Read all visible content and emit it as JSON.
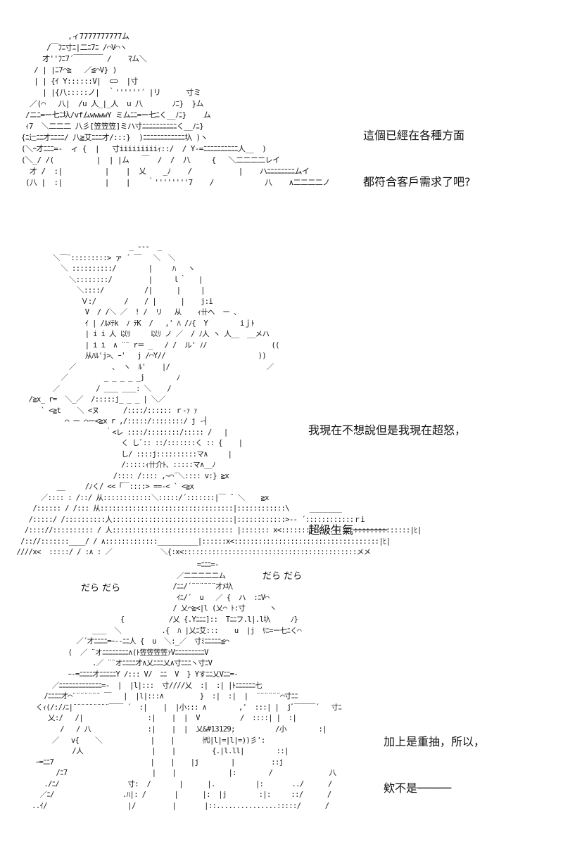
{
  "panels": [
    {
      "dialogue": [
        "這個已經在各種方面",
        "都符合客戶需求了吧?"
      ],
      "art": [
        "           ,ィ7777777777ム",
        "      /￣ﾌﾆ寸ﾆ|二ﾆ7ﾆ /⌒V⌒ヽ",
        "     才''ﾌﾆ7´￣￣￣￣ /    ﾏム＼",
        "   / | |ﾆ7⌒≧   ／≦⌒V} )",
        "   | | {ｲ Y::::::V|  ⊂⊃  |寸",
        "     | |{八:::::ノ|  ｀''''''´ |リ      寸ミ",
        "  ／(⌒   八|  /u 人_|_人  u 八       ﾉﾆ}  }ム",
        " /ニﾆ=ー七ﾆ圦/vfムwwwwY ミムﾆﾆ=ー七ﾆく__ﾉﾆ}    ム",
        " ｨ7  ＼二二二 八彡[笠笠笠]ミハ寸ﾆﾆﾆﾆﾆﾆﾆﾆﾆﾆく__ﾉﾆ}",
        "{ﾆ辷ﾆﾆ才ﾆﾆﾆﾆ/ 八≧艾ﾆﾆﾆ才/:::}  )ﾆﾆﾆﾆﾆﾆﾆﾆﾆﾆﾆﾆ圦 )ヽ",
        "(＼ｰ才ﾆﾆﾆ=-  ィ {  |   寸iiiiiiiiiｨ::/  / Y-=ﾆﾆﾆﾆﾆﾆﾆﾆﾆﾆ人__  )",
        "(＼_/ /(          |  | |ム   ￣  /  /  八     {   ＼二二二二レイ",
        "  才 /  :|          |    |  乂    _ﾉ    /           |    ハﾆﾆﾆﾆﾆﾆﾆﾆムイ",
        " (八 |  :|          |    |    ｀''''''''7    /            八    ∧二二二二ノ"
      ]
    },
    {
      "dialogue": [
        "我現在不想說但是我現在超怒，",
        "超級生氣─────"
      ],
      "art": [
        "                              _ -‐-  _",
        "           ＼￣¨:::::::::> ァ ´ ￣   ＼  ＼",
        "             ＼ ::::::::::/        |     ﾊ   ヽ",
        "               ＼::::::::/         |     ｌ｀   |",
        "                 ＼::::/          /|      |     |",
        "                  Ｖ:/       /    / |      |    j:i",
        "                   V  / /＼ ／  ! /  リ   从    ｨ卄へ  ー 、",
        "                   ｲ | /ﾙﾒﾃk  ﾉ ﾃK  /   ,' ﾊ /ﾉ{  Y        iｊﾄ",
        "                   | i i 人 以ﾘ     以ﾘ ノ ／  / ﾉ人 ヽ 人__  __メハ",
        "                   | i i  ∧ ¨¨ r＝ _   / /  ル' ﾉ/                ((",
        "                   从ﾊﾙ'j>､ ｰ'   j /⌒Y//                       ))",
        "               ／         ､  ヽ  ﾙ'    |/                        ／",
        "             ／         _ _ _ _ _j        ﾉ",
        "           ／         / ＿＿ ＿＿: ＼    /",
        "     /≧x_ r=  ＼_／  /:::::j_ _ _ | ＼／",
        "        ` <≧t    ＼ <ヌ      /::::/:::::: ｒ-ｧ ｧ",
        "              ⌒ ー ⌒ー<≧x r ,/:::::/::::::::/ j -┤",
        "                        ｀<レ ::::/::::::::/::::: /   |",
        "                            く しﾞ:: ::/:::::::く :: {    |",
        "                            し/ ::::j::::::::::マ∧     |",
        "                            /:::::ｨ卄介ﾄ、:::::マ∧__ﾉ",
        "                          /:::: /:::: ,~⌒¨＼:::: v:} ≧x",
        "            __     /ﾉく/ <<「￣::::> ==-< ` <≧x",
        "        ／:::: : /::/ 从::::::::::::＼:::::/´:::::::|￣ ¨ ＼    ≧x",
        "      /:::::: / /::: 从:::::::::::::::::::::::::::::::::|::::::::::::\\     ________",
        "     /:::::/ /::::::::::人::::::::::::::::::::::::::::::|::::::::::::>-‐ ´::::::::::::ｒi",
        "    /:::://:::::::::: / 人:::::::::::::::::::::::::::::: |::::::: x<::::::::::::::::::::::::::::::::|ﾋ|",
        "   /:://:::::::____/ / ∧:::::::::::::__________|::::::x<::::::::::::::::::::::::::::::::::::|ﾋ|",
        "  ////x<  :::::/ / :∧ : ／            ＼{:x<:::::::::::::::::::::::::::::::::::::::::::メメ"
      ]
    },
    {
      "dialogue": [
        "加上是重抽，所以，",
        "欸不是─────"
      ],
      "sfx": [
        "だら だら",
        "だら だら"
      ],
      "art": [
        "                                            =ﾆﾆﾆ=-",
        "                                       ／二二二二二ム",
        "                                      /ﾆﾆ/´¨¨¨¨¨¨才ﾒ圦",
        "                                       ｲﾆ/´  u   ／ {  ハ  :ﾆV⌒",
        "                                      / 乂⌒≧<|l (乂⌒ ﾄ:寸      ヽ",
        "                         {           /乂 {.Yﾆﾆﾆ]::  Tﾆﾆフ.l|.l圦     ﾉ}",
        "                  ＿＿  ＼          .{  ﾊ |乂ﾆ艾:::    u  |j  ﾘﾆ=ー七ﾆく⌒",
        "              ／´才ﾆﾆﾆﾆ=ｰ--ﾆﾆ人 {  u  ＼:_／  寸ﾐﾆﾆﾆﾆﾆ≦⌒",
        "            (  ／ ¨オﾆﾆﾆﾆﾆﾆﾆﾆ∧(ﾄ笠笠笠笠ｧVﾆﾆﾆﾆﾆﾆﾆﾆﾆV",
        "                  .／ ¨¨オﾆﾆﾆﾆ才∧乂ﾆﾆﾆ乂∧寸ﾆﾆﾆヽ寸ﾆV",
        "            ｰ-=ﾆﾆﾆﾆ才ﾆﾆﾆﾆﾆY /::: V/  ﾆﾆ  V  } Yすﾆﾆ乂Vﾆﾆ=-",
        "        ／ﾆﾆﾆﾆﾆﾆﾆﾆﾆﾆﾆﾆﾆ=‐  |  |l|:::  寸////乂  :|  :| |ﾄﾆﾆﾆﾆﾆﾆ七",
        "      /ﾆﾆﾆﾆ才⌒¨¨¨¨¨¨¨ ￣   |  |l|:::∧         }  :|  :|  |  ¨¨¨¨¨¨⌒寸ﾆﾆ",
        "    くｨ(/:/ﾉﾆ|¨¨¨¨¨¨¨¨¨￣￣ ´  :|    |  |小::: ∧        ,'  :::| |  jﾞ￣￣￣´   寸ﾆ",
        "       乂:/   /|                :|    |  |  V          /  ::::| |  :|",
        "          /   / 八              :|    |  |  乂&#13129;          /小        :|",
        "        ／   v{    ＼            |    |       ㈹|l|=|l|=))彡':",
        "             /人                 |    |         {.|l.ll|        ::|",
        "    ｰ=ﾆﾆ7                        |    |    |j        |         ::j",
        "         /ﾆ7                     |    |             |:        /              八",
        "      ./ﾆ/                 寸:  /       |      |.          |:       ../      /",
        "     ／ﾆ/                 .ﾊ|: /       |      |:  |j        :|:     ::/      /",
        "   ..ｲ/                    |/         |       |::...............:::::/      /"
      ]
    }
  ]
}
